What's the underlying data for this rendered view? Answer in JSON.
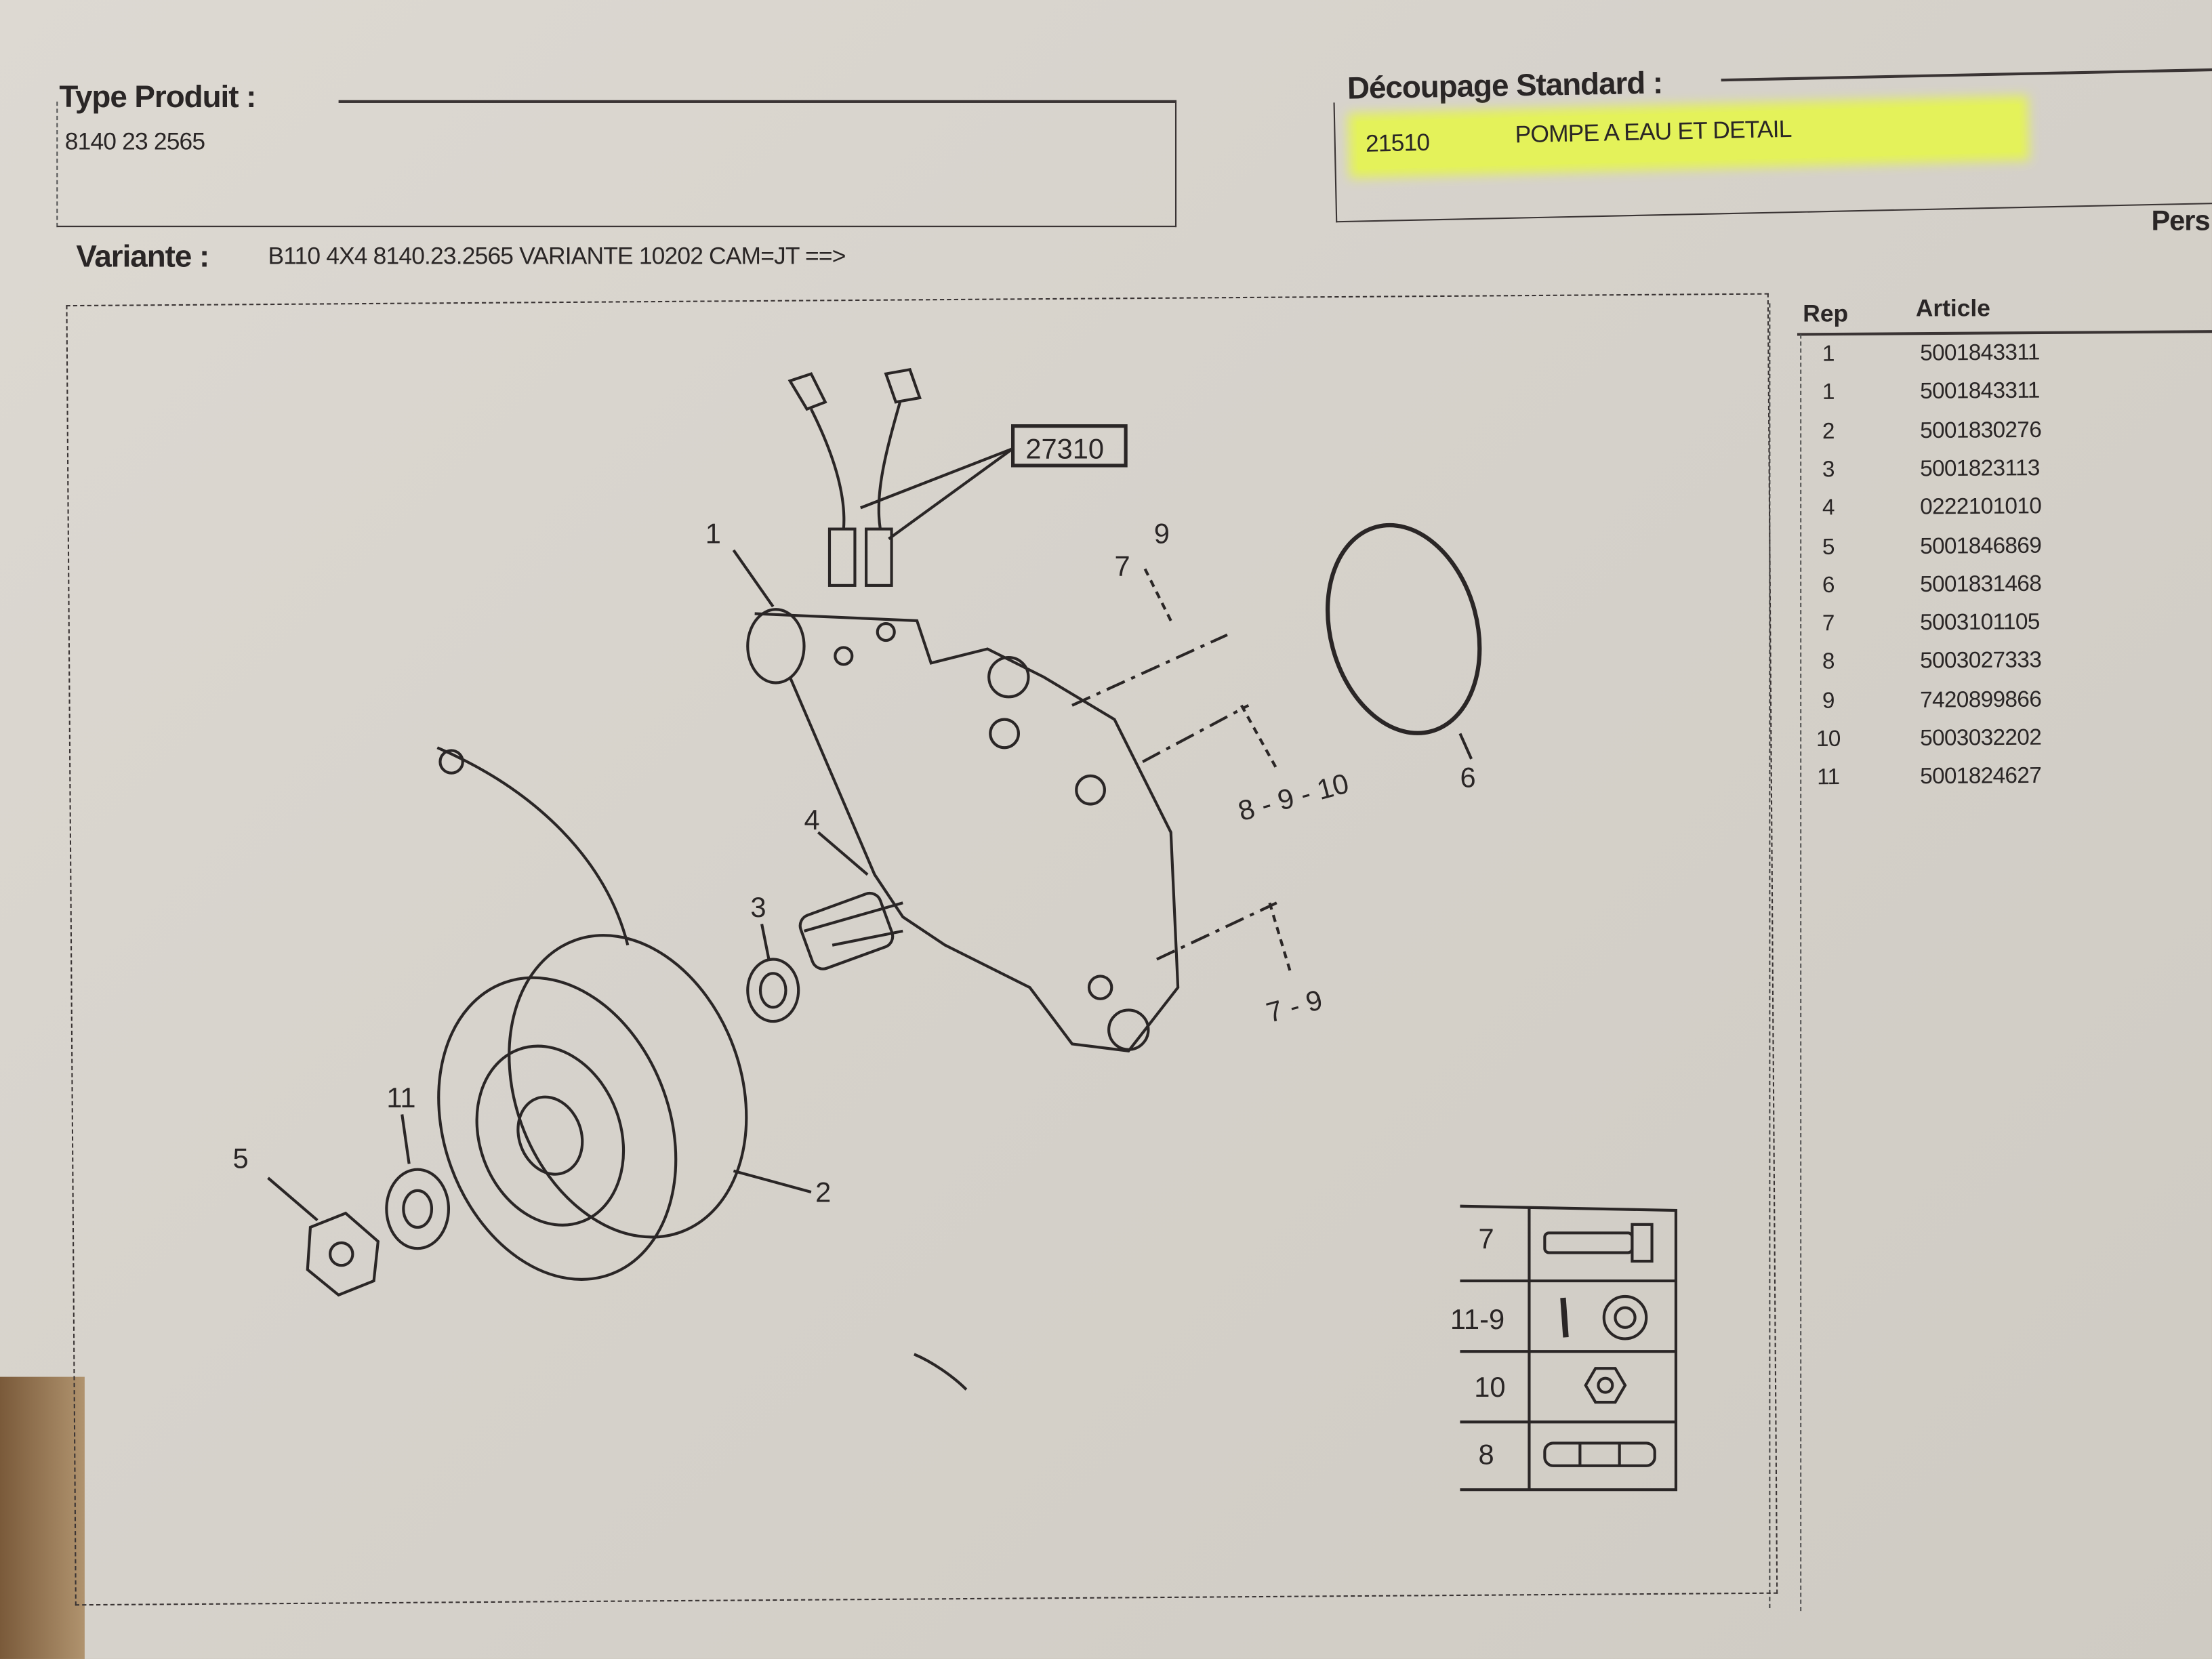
{
  "header": {
    "type_produit_label": "Type Produit :",
    "type_produit_value": "8140 23 2565",
    "decoupage_label": "Découpage Standard :",
    "decoupage_code": "21510",
    "decoupage_desc": "POMPE A EAU ET DETAIL",
    "variante_label": "Variante :",
    "variante_value": "B110 4X4  8140.23.2565 VARIANTE 10202 CAM=JT ==>",
    "partial_right": "Pers"
  },
  "parts_table": {
    "columns": [
      "Rep",
      "Article"
    ],
    "rows": [
      {
        "rep": "1",
        "article": "5001843311"
      },
      {
        "rep": "1",
        "article": "5001843311"
      },
      {
        "rep": "2",
        "article": "5001830276"
      },
      {
        "rep": "3",
        "article": "5001823113"
      },
      {
        "rep": "4",
        "article": "0222101010"
      },
      {
        "rep": "5",
        "article": "5001846869"
      },
      {
        "rep": "6",
        "article": "5001831468"
      },
      {
        "rep": "7",
        "article": "5003101105"
      },
      {
        "rep": "8",
        "article": "5003027333"
      },
      {
        "rep": "9",
        "article": "7420899866"
      },
      {
        "rep": "10",
        "article": "5003032202"
      },
      {
        "rep": "11",
        "article": "5001824627"
      }
    ]
  },
  "diagram": {
    "callouts": [
      "27310",
      "1",
      "7",
      "9",
      "6",
      "8 - 9 - 10",
      "4",
      "3",
      "2",
      "11",
      "5",
      "7 - 9"
    ],
    "legend": [
      {
        "label": "7",
        "icon": "bolt-icon"
      },
      {
        "label": "11-9",
        "icon": "washer-icon"
      },
      {
        "label": "10",
        "icon": "nut-icon"
      },
      {
        "label": "8",
        "icon": "stud-icon"
      }
    ]
  },
  "colors": {
    "highlight": "#e4f25a",
    "ink": "#2a2626",
    "paper": "#d8d4cd"
  }
}
